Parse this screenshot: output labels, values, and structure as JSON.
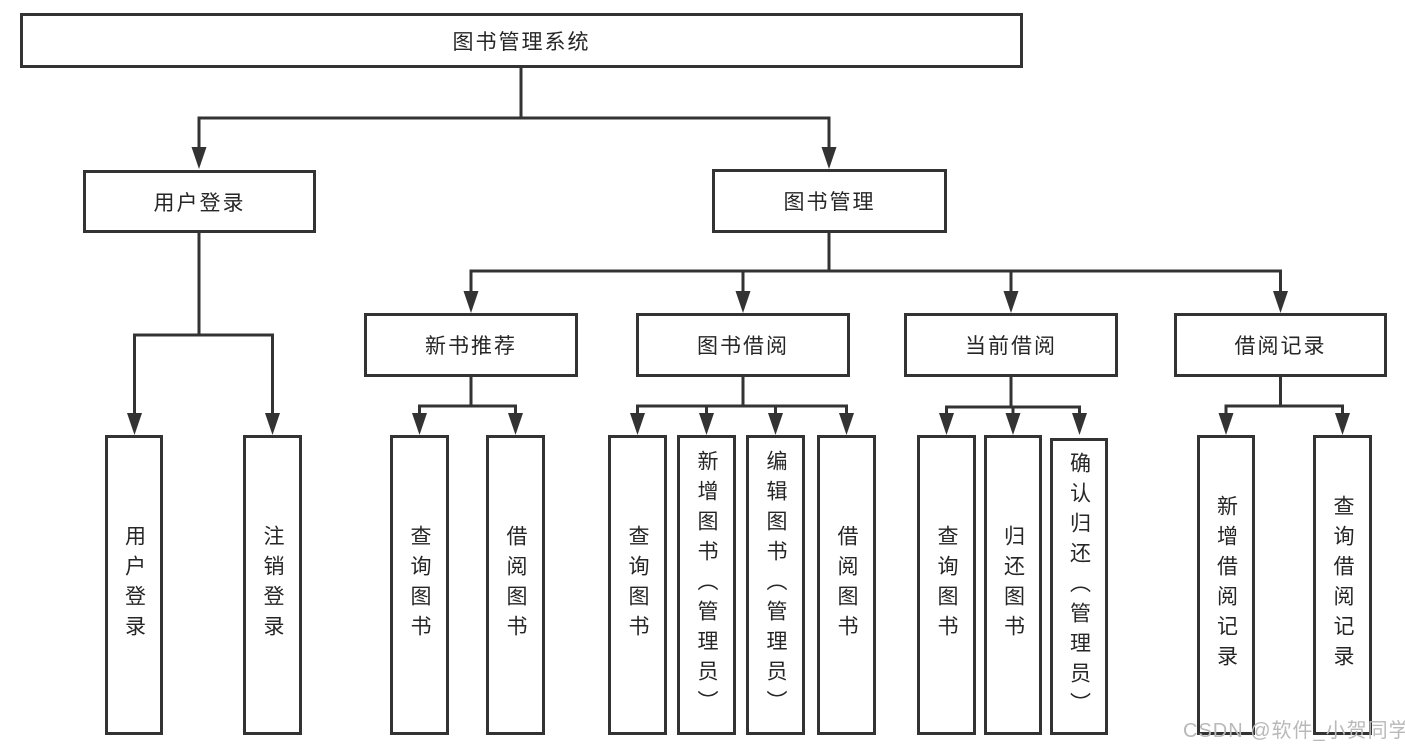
{
  "tree": {
    "label": "图书管理系统",
    "children": [
      {
        "label": "用户登录",
        "children": [
          {
            "label": "用户登录"
          },
          {
            "label": "注销登录"
          }
        ]
      },
      {
        "label": "图书管理",
        "children": [
          {
            "label": "新书推荐",
            "children": [
              {
                "label": "查询图书"
              },
              {
                "label": "借阅图书"
              }
            ]
          },
          {
            "label": "图书借阅",
            "children": [
              {
                "label": "查询图书"
              },
              {
                "label": "新增图书（管理员）"
              },
              {
                "label": "编辑图书（管理员）"
              },
              {
                "label": "借阅图书"
              }
            ]
          },
          {
            "label": "当前借阅",
            "children": [
              {
                "label": "查询图书"
              },
              {
                "label": "归还图书"
              },
              {
                "label": "确认归还（管理员）"
              }
            ]
          },
          {
            "label": "借阅记录",
            "children": [
              {
                "label": "新增借阅记录"
              },
              {
                "label": "查询借阅记录"
              }
            ]
          }
        ]
      }
    ]
  },
  "watermark": {
    "text": "CSDN @软件_小贺同学"
  },
  "colors": {
    "background": "#ffffff",
    "box_fill": "#ffffff",
    "box_border": "#333333",
    "line": "#333333",
    "text": "#262626",
    "watermark": "#b9b9b9"
  }
}
